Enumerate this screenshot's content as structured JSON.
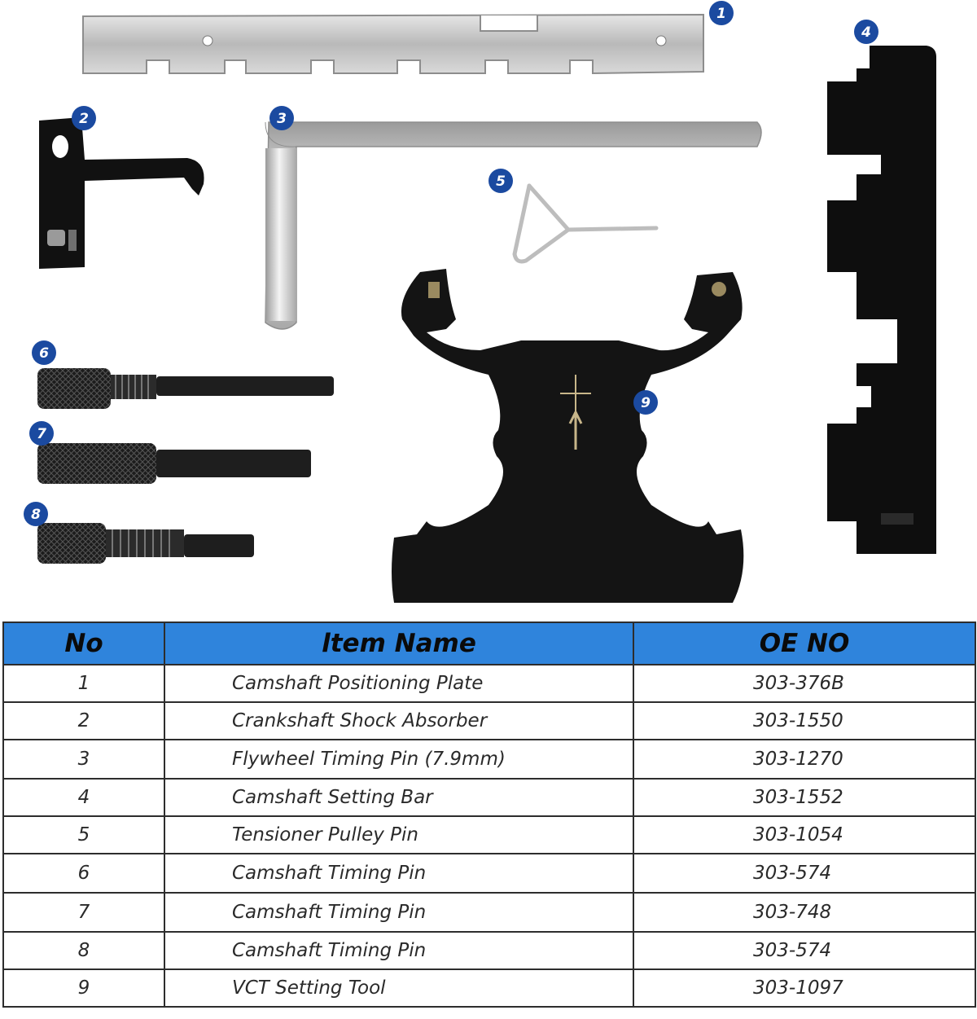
{
  "illustration": {
    "badges": [
      "1",
      "2",
      "3",
      "4",
      "5",
      "6",
      "7",
      "8",
      "9"
    ],
    "badge_color": "#1b4aa0",
    "tools": [
      {
        "no": "1",
        "icon": "positioning-plate-icon",
        "color": "#c2c2c2"
      },
      {
        "no": "2",
        "icon": "shock-absorber-bracket-icon",
        "color": "#111111"
      },
      {
        "no": "3",
        "icon": "l-shaped-pin-icon",
        "color": "#d0d0d0"
      },
      {
        "no": "4",
        "icon": "setting-bar-icon",
        "color": "#0e0e0e"
      },
      {
        "no": "5",
        "icon": "triangle-pin-icon",
        "color": "#bdbdbd"
      },
      {
        "no": "6",
        "icon": "knurled-timing-pin-icon",
        "color": "#181818"
      },
      {
        "no": "7",
        "icon": "knurled-timing-pin-icon",
        "color": "#181818"
      },
      {
        "no": "8",
        "icon": "knurled-timing-pin-icon",
        "color": "#181818"
      },
      {
        "no": "9",
        "icon": "vct-setting-tool-icon",
        "color": "#141414"
      }
    ]
  },
  "table": {
    "header_color": "#2f84dc",
    "headers": {
      "no": "No",
      "name": "ltem Name",
      "oe": "OE NO"
    },
    "rows": [
      {
        "no": "1",
        "name": "Camshaft Positioning Plate",
        "oe": "303-376B"
      },
      {
        "no": "2",
        "name": "Crankshaft Shock Absorber",
        "oe": "303-1550"
      },
      {
        "no": "3",
        "name": "Flywheel Timing Pin (7.9mm)",
        "oe": "303-1270"
      },
      {
        "no": "4",
        "name": "Camshaft Setting Bar",
        "oe": "303-1552"
      },
      {
        "no": "5",
        "name": "Tensioner Pulley Pin",
        "oe": "303-1054"
      },
      {
        "no": "6",
        "name": "Camshaft Timing Pin",
        "oe": "303-574"
      },
      {
        "no": "7",
        "name": "Camshaft Timing Pin",
        "oe": "303-748"
      },
      {
        "no": "8",
        "name": "Camshaft Timing Pin",
        "oe": "303-574"
      },
      {
        "no": "9",
        "name": "VCT Setting Tool",
        "oe": "303-1097"
      }
    ]
  }
}
